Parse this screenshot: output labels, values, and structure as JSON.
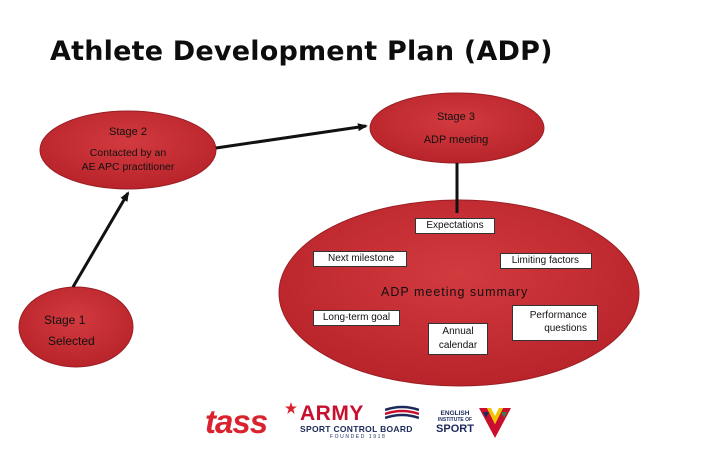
{
  "title": "Athlete Development Plan (ADP)",
  "nodes": {
    "stage1": {
      "line1": "Stage 1",
      "line2": "Selected"
    },
    "stage2": {
      "line1": "Stage 2",
      "line2": "Contacted by an",
      "line3": "AE APC practitioner"
    },
    "stage3": {
      "line1": "Stage 3",
      "line2": "ADP meeting"
    },
    "summary": {
      "label": "ADP meeting summary",
      "items": {
        "expectations": "Expectations",
        "next_milestone": "Next milestone",
        "limiting_factors": "Limiting factors",
        "long_term_goal": "Long-term goal",
        "annual_calendar": {
          "line1": "Annual",
          "line2": "calendar"
        },
        "performance_questions": {
          "line1": "Performance",
          "line2": "questions"
        }
      }
    }
  },
  "logos": {
    "tass": "tass",
    "army": {
      "name": "ARMY",
      "sub": "SPORT CONTROL BOARD",
      "founded": "FOUNDED 1918"
    },
    "eis": {
      "line1": "ENGLISH",
      "line2": "INSTITUTE OF",
      "line3": "SPORT"
    }
  },
  "colors": {
    "ellipse_fill": "#c0282e",
    "ellipse_stroke": "#9a1f24",
    "arrow": "#111111",
    "title": "#0d0d0d"
  }
}
